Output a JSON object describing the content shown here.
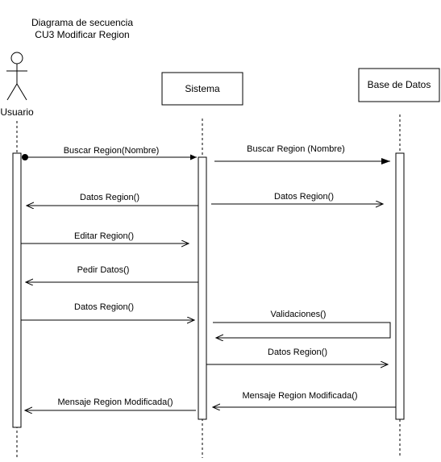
{
  "title": {
    "line1": "Diagrama de secuencia",
    "line2": "CU3 Modificar Region"
  },
  "participants": {
    "actor": "Usuario",
    "system": "Sistema",
    "database": "Base de Datos"
  },
  "messages": [
    {
      "label": "Buscar Region(Nombre)",
      "from": "Usuario",
      "to": "Sistema"
    },
    {
      "label": "Buscar Region (Nombre)",
      "from": "Sistema",
      "to": "Base de Datos"
    },
    {
      "label": "Datos Region()",
      "from": "Sistema",
      "to": "Usuario"
    },
    {
      "label": "Datos Region()",
      "from": "Sistema",
      "to": "Base de Datos"
    },
    {
      "label": "Editar Region()",
      "from": "Usuario",
      "to": "Sistema"
    },
    {
      "label": "Pedir Datos()",
      "from": "Sistema",
      "to": "Usuario"
    },
    {
      "label": "Datos Region()",
      "from": "Usuario",
      "to": "Sistema"
    },
    {
      "label": "Validaciones()",
      "from": "Sistema",
      "to": "Sistema"
    },
    {
      "label": "Datos Region()",
      "from": "Sistema",
      "to": "Base de Datos"
    },
    {
      "label": "Mensaje Region Modificada()",
      "from": "Base de Datos",
      "to": "Sistema"
    },
    {
      "label": "Mensaje Region Modificada()",
      "from": "Sistema",
      "to": "Usuario"
    }
  ]
}
